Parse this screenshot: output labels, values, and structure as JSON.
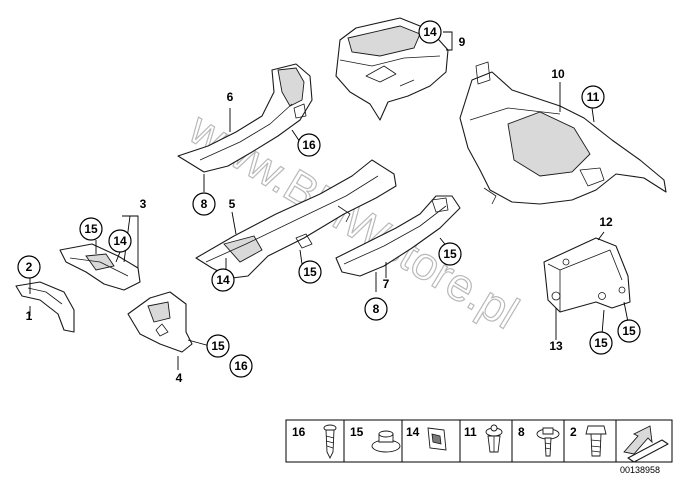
{
  "watermark": "www.BMWstore.pl",
  "diagram_id": "00138958",
  "callouts": {
    "c2": "2",
    "c14_top": "14",
    "c11": "11",
    "c16_top": "16",
    "c8_left": "8",
    "c15_a": "15",
    "c14_mid": "14",
    "c14_b": "14",
    "c15_b": "15",
    "c15_c": "15",
    "c8_mid": "8",
    "c15_d": "15",
    "c16_bot": "16",
    "c15_e": "15",
    "c15_f": "15"
  },
  "labels": {
    "l1": "1",
    "l3": "3",
    "l4": "4",
    "l5": "5",
    "l6": "6",
    "l7": "7",
    "l9": "9",
    "l10": "10",
    "l12": "12",
    "l13": "13"
  },
  "legend": {
    "items": [
      {
        "num": "16",
        "icon": "screw-icon"
      },
      {
        "num": "15",
        "icon": "washer-nut-icon"
      },
      {
        "num": "14",
        "icon": "clip-nut-icon"
      },
      {
        "num": "11",
        "icon": "expanding-rivet-icon"
      },
      {
        "num": "8",
        "icon": "collar-screw-icon"
      },
      {
        "num": "2",
        "icon": "hex-bolt-icon"
      }
    ],
    "arrow_icon": "direction-arrow-icon"
  }
}
